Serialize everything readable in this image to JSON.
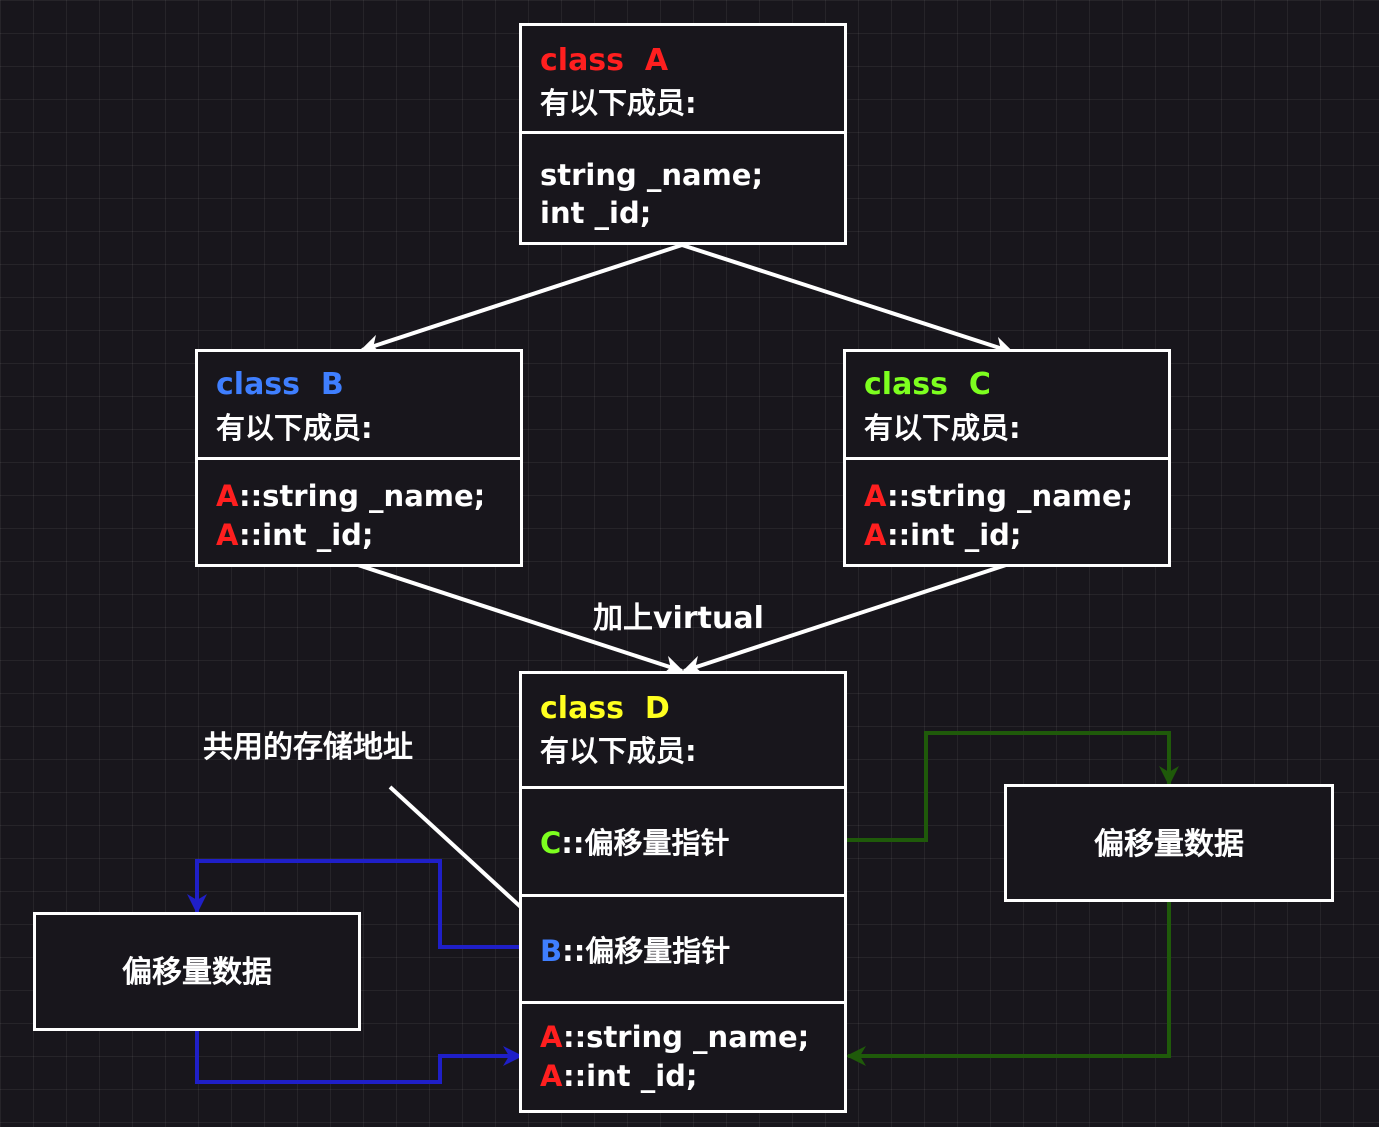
{
  "class_a": {
    "keyword": "class",
    "name": "A",
    "subtitle": "有以下成员:",
    "member1": "string _name;",
    "member2": "int _id;"
  },
  "class_b": {
    "keyword": "class",
    "name": "B",
    "subtitle": "有以下成员:",
    "scope": "A",
    "member1": "::string _name;",
    "member2": "::int _id;"
  },
  "class_c": {
    "keyword": "class",
    "name": "C",
    "subtitle": "有以下成员:",
    "scope": "A",
    "member1": "::string _name;",
    "member2": "::int _id;"
  },
  "class_d": {
    "keyword": "class",
    "name": "D",
    "subtitle": "有以下成员:",
    "c_scope": "C",
    "c_pointer": "::偏移量指针",
    "b_scope": "B",
    "b_pointer": "::偏移量指针",
    "a_scope": "A",
    "member1": "::string _name;",
    "member2": "::int _id;"
  },
  "offset_left": "偏移量数据",
  "offset_right": "偏移量数据",
  "virtual_label": "加上virtual",
  "shared_label": "共用的存储地址",
  "colors": {
    "red": "#ff1f1f",
    "blue": "#3f7fff",
    "green": "#7dff1f",
    "yellow": "#ffff1f",
    "blue_wire": "#1f1fc8",
    "green_wire": "#1f5a0a",
    "white": "#ffffff",
    "background": "#18161c"
  }
}
